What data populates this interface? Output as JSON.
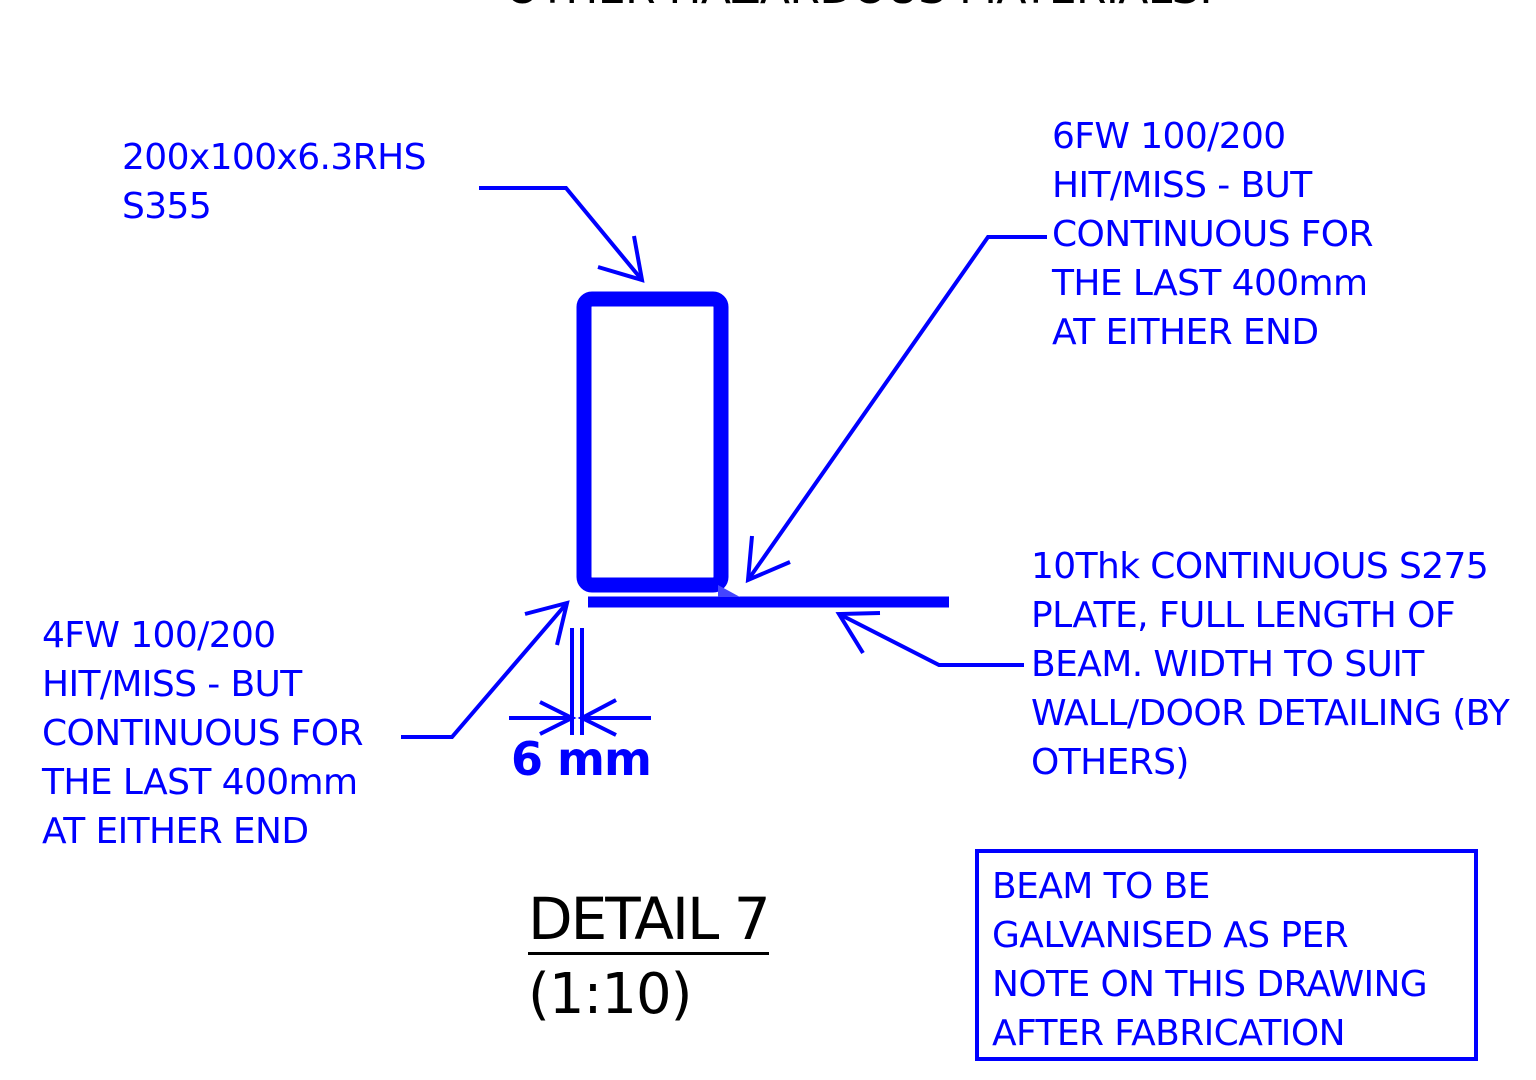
{
  "top_clipped_note": "OTHER HAZARDOUS MATERIALS.",
  "notes": {
    "rhs_section": [
      "200x100x6.3RHS",
      "S355"
    ],
    "weld_6fw": [
      "6FW 100/200",
      "HIT/MISS - BUT",
      "CONTINUOUS FOR",
      "THE LAST 400mm",
      "AT EITHER END"
    ],
    "weld_4fw": [
      "4FW 100/200",
      "HIT/MISS - BUT",
      "CONTINUOUS FOR",
      "THE LAST 400mm",
      "AT EITHER END"
    ],
    "plate": [
      "10Thk CONTINUOUS S275",
      "PLATE, FULL LENGTH OF",
      "BEAM. WIDTH TO SUIT",
      "WALL/DOOR DETAILING (BY",
      "OTHERS)"
    ],
    "galvanising": [
      "BEAM TO BE",
      "GALVANISED AS PER",
      "NOTE ON THIS DRAWING",
      "AFTER FABRICATION"
    ]
  },
  "dimension": "6 mm",
  "detail": {
    "title": "DETAIL 7",
    "scale": "(1:10)"
  },
  "colors": {
    "annotation": "#0000ff",
    "title": "#000000",
    "background": "#ffffff"
  }
}
